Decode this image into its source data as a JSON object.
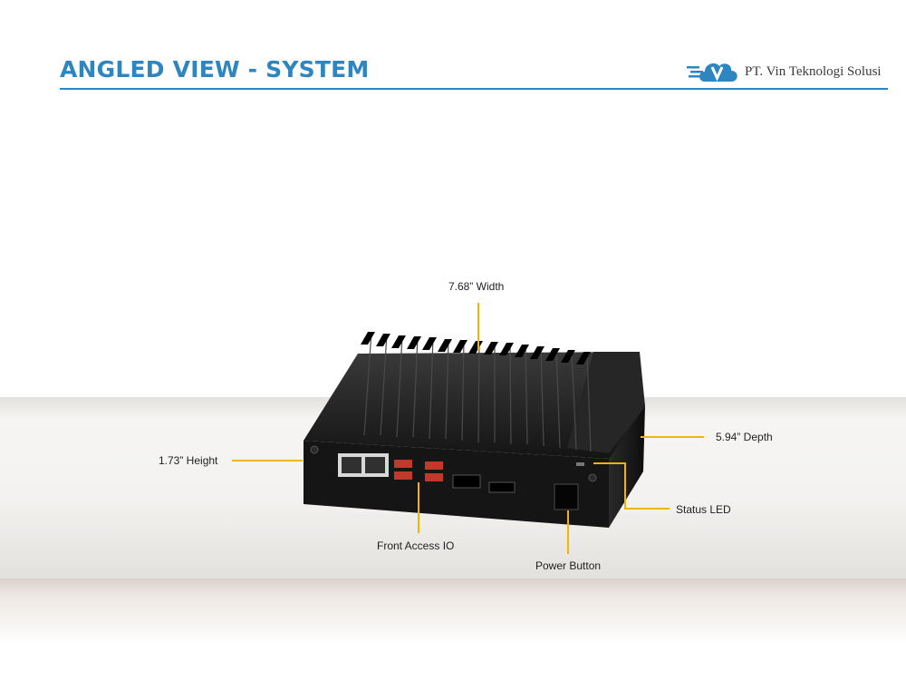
{
  "header": {
    "title": "ANGLED VIEW - SYSTEM"
  },
  "logo": {
    "company": "PT. Vin Teknologi Solusi",
    "colors": {
      "brand_blue": "#2e86c1"
    }
  },
  "callouts": {
    "width": "7.68” Width",
    "depth": "5.94” Depth",
    "height": "1.73” Height",
    "status_led": "Status LED",
    "front_io": "Front Access IO",
    "power_button": "Power Button"
  },
  "colors": {
    "accent": "#2e86c1",
    "leader_line": "#f5b400"
  }
}
